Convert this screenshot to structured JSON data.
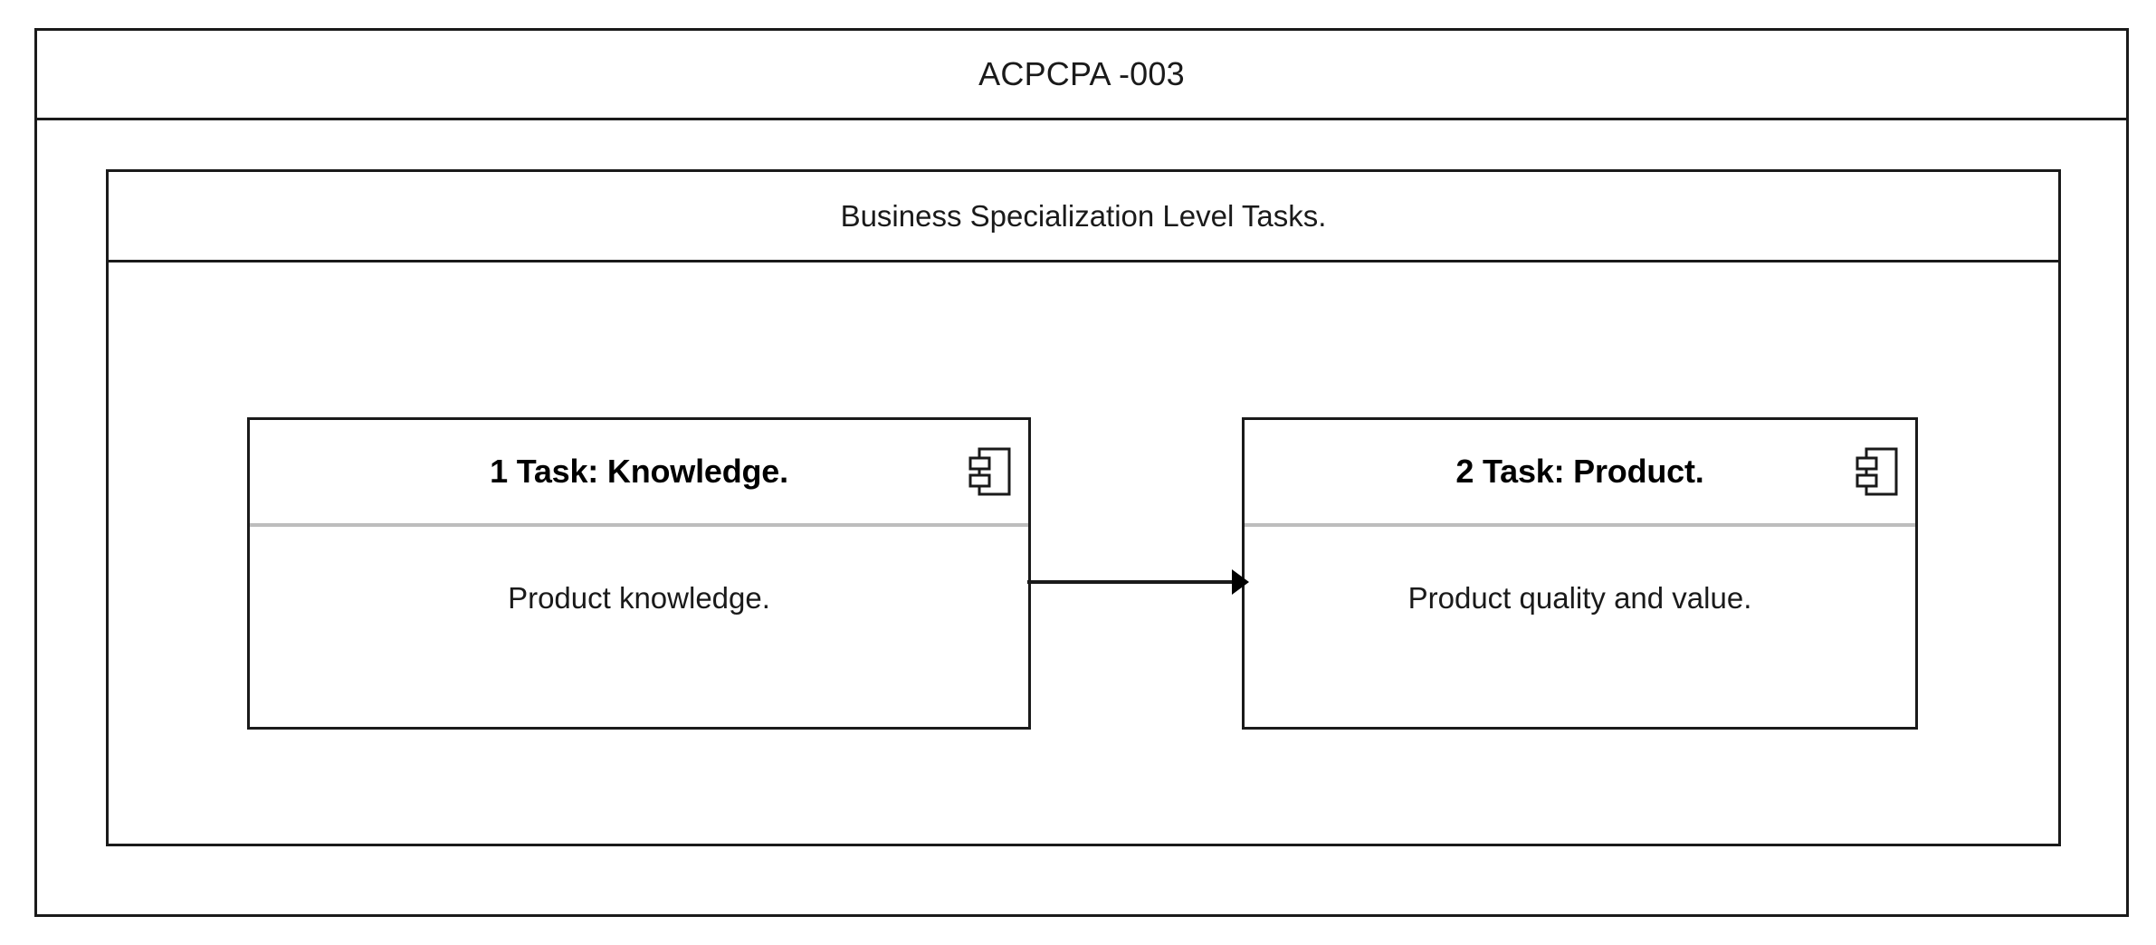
{
  "diagram": {
    "title": "ACPCPA -003",
    "panel": {
      "title": "Business Specialization Level Tasks.",
      "nodes": [
        {
          "id": "node-1",
          "title": "1 Task: Knowledge.",
          "description": "Product knowledge.",
          "icon": "uml-component-icon"
        },
        {
          "id": "node-2",
          "title": "2 Task: Product.",
          "description": "Product quality and value.",
          "icon": "uml-component-icon"
        }
      ],
      "connectors": [
        {
          "id": "connector-1-to-2",
          "from": "node-1",
          "to": "node-2",
          "style": "solid",
          "arrowhead": "filled-triangle",
          "label": ""
        }
      ]
    },
    "colors": {
      "stroke": "#1a1a1a",
      "divider": "#bdbdbd",
      "background": "#ffffff",
      "text": "#000000"
    }
  }
}
